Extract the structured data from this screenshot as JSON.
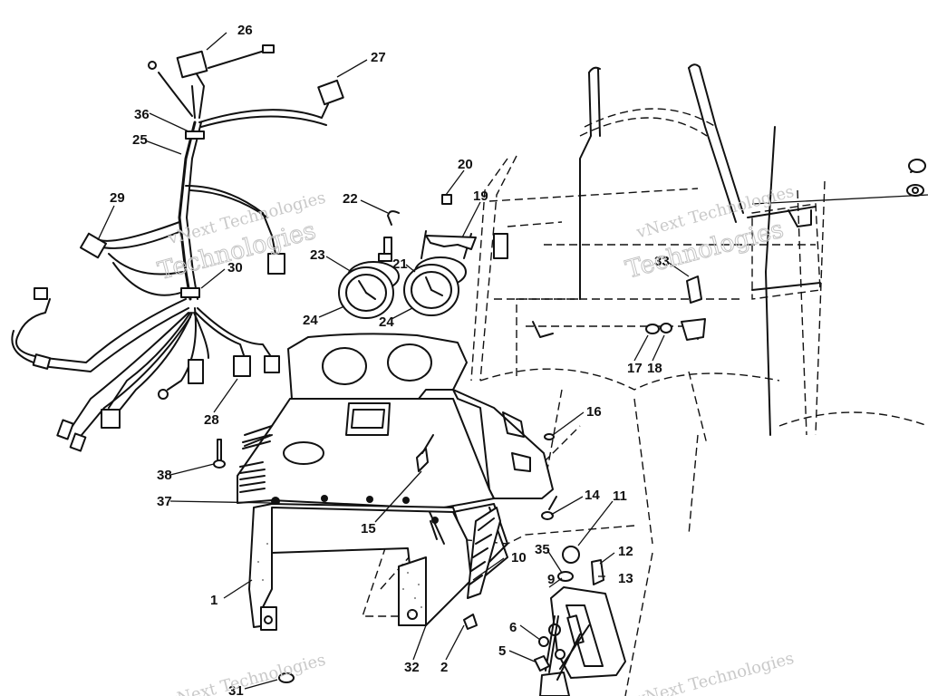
{
  "watermark": {
    "line1": "vNext Technologies",
    "line2": "Technologies"
  },
  "callouts": [
    "1",
    "2",
    "5",
    "6",
    "9",
    "10",
    "11",
    "12",
    "13",
    "14",
    "15",
    "16",
    "17",
    "18",
    "19",
    "20",
    "21",
    "22",
    "23",
    "24",
    "25",
    "26",
    "27",
    "28",
    "29",
    "30",
    "31",
    "32",
    "33",
    "35",
    "36",
    "37",
    "38"
  ]
}
